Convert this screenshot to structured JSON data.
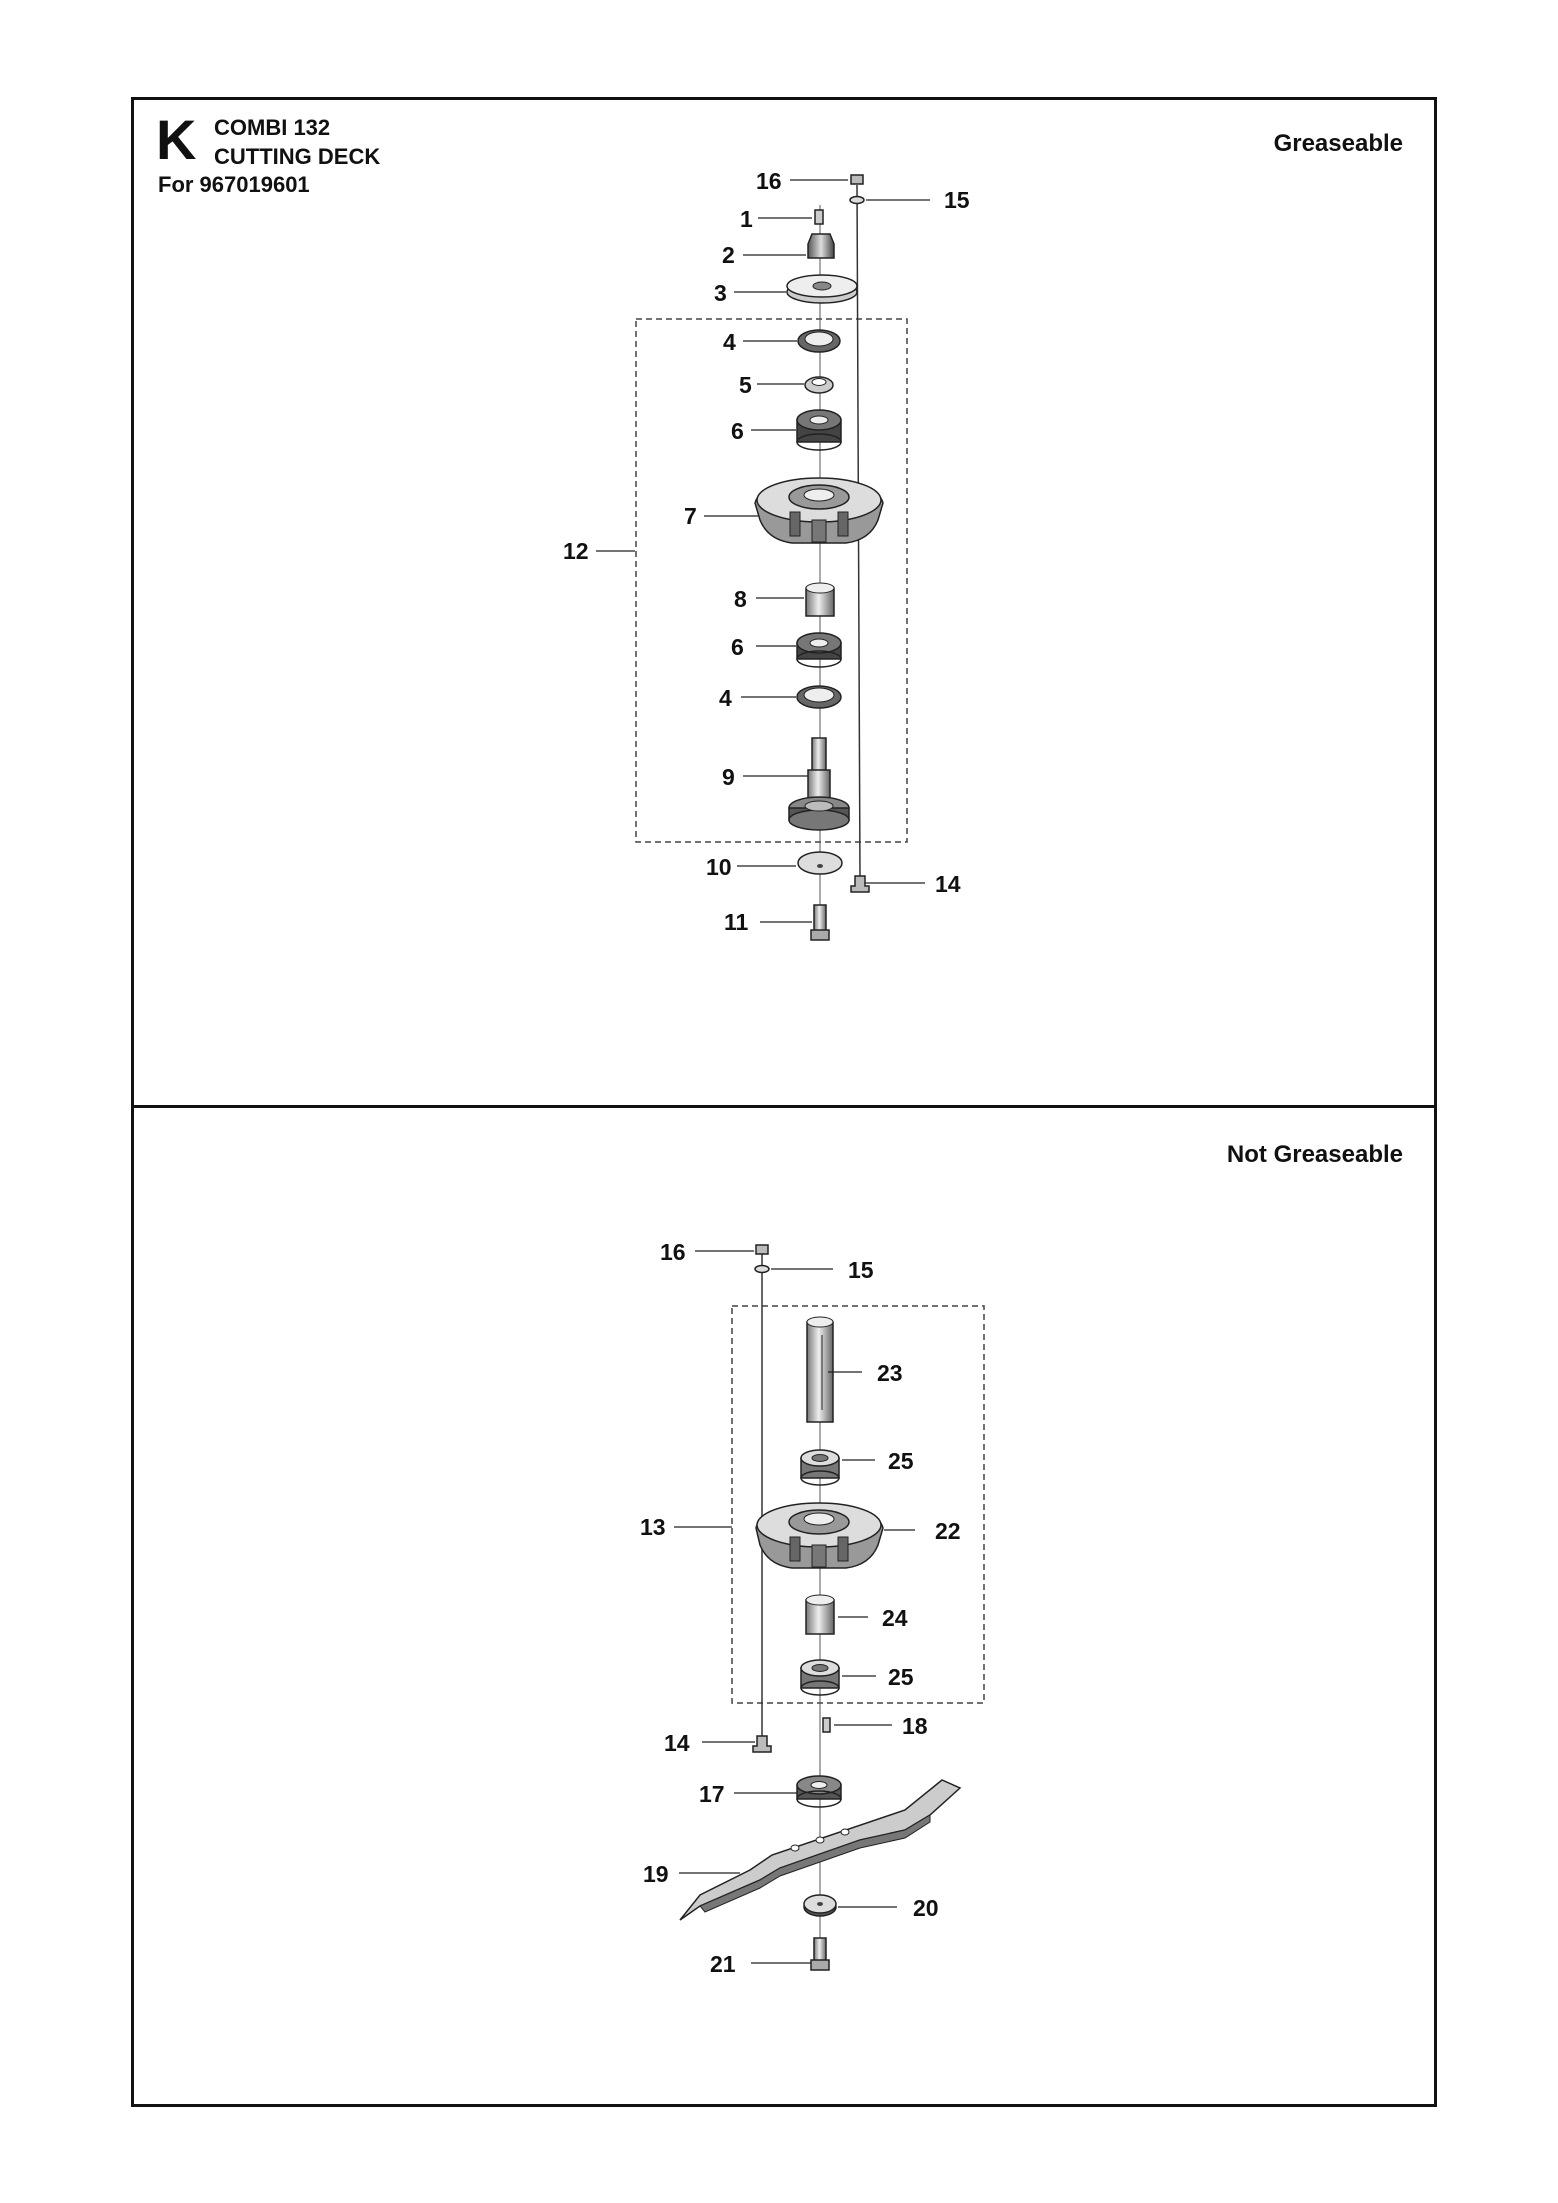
{
  "header": {
    "letter": "K",
    "model": "COMBI 132",
    "section": "CUTTING DECK",
    "for_line": "For 967019601"
  },
  "panels": {
    "top": {
      "label": "Greaseable",
      "callouts": [
        "16",
        "15",
        "1",
        "2",
        "3",
        "4",
        "5",
        "6",
        "7",
        "12",
        "8",
        "6",
        "4",
        "9",
        "10",
        "14",
        "11"
      ]
    },
    "bottom": {
      "label": "Not Greaseable",
      "callouts": [
        "16",
        "15",
        "23",
        "25",
        "13",
        "22",
        "24",
        "25",
        "18",
        "14",
        "17",
        "19",
        "20",
        "21"
      ]
    }
  }
}
